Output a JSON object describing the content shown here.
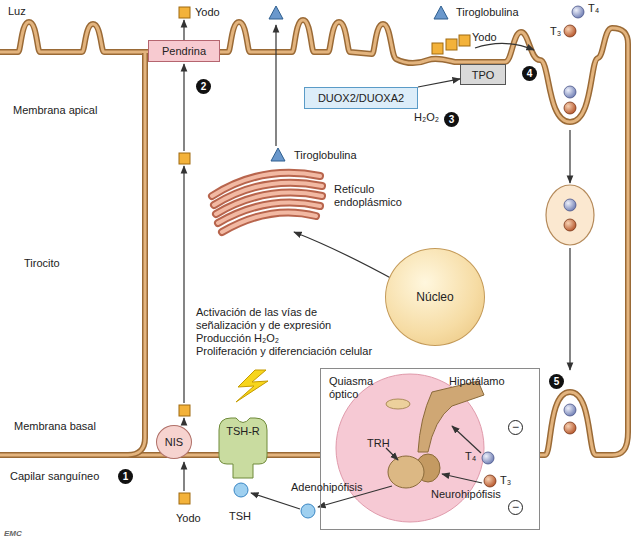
{
  "diagram": {
    "nodes": [
      {
        "text": [
          "Pendrina"
        ]
      },
      {
        "text": [
          "TPO"
        ]
      },
      {
        "text": [
          "DUOX2/DUOXA2"
        ]
      },
      {
        "text": [
          "Núcleo"
        ]
      },
      {
        "text": [
          "Quiasma óptico",
          "Hipotálamo",
          "TRH",
          "Adenohipófisis",
          "Neurohipófisis"
        ]
      },
      {
        "text": [
          "TSH-R"
        ]
      },
      {
        "text": [
          "NIS"
        ]
      }
    ],
    "edges": [
      {
        "from": 2,
        "to": 1,
        "arrow": "to",
        "label": "H₂O₂"
      }
    ],
    "labels": [
      "Luz",
      "Yodo",
      "Tiroglobulina",
      "Yodo",
      "T₄",
      "T₃",
      "2",
      "Membrana apical",
      "3",
      "4",
      "Tiroglobulina",
      "Retículo endoplásmico",
      "Tirocito",
      "Activación de las vías de señalización y de expresión",
      "Producción H₂O₂",
      "Proliferación y diferenciación celular",
      "5",
      "Membrana basal",
      "T₄",
      "−",
      "T₃",
      "−",
      "1",
      "Capilar sanguíneo",
      "Yodo",
      "TSH",
      "EMC"
    ]
  }
}
